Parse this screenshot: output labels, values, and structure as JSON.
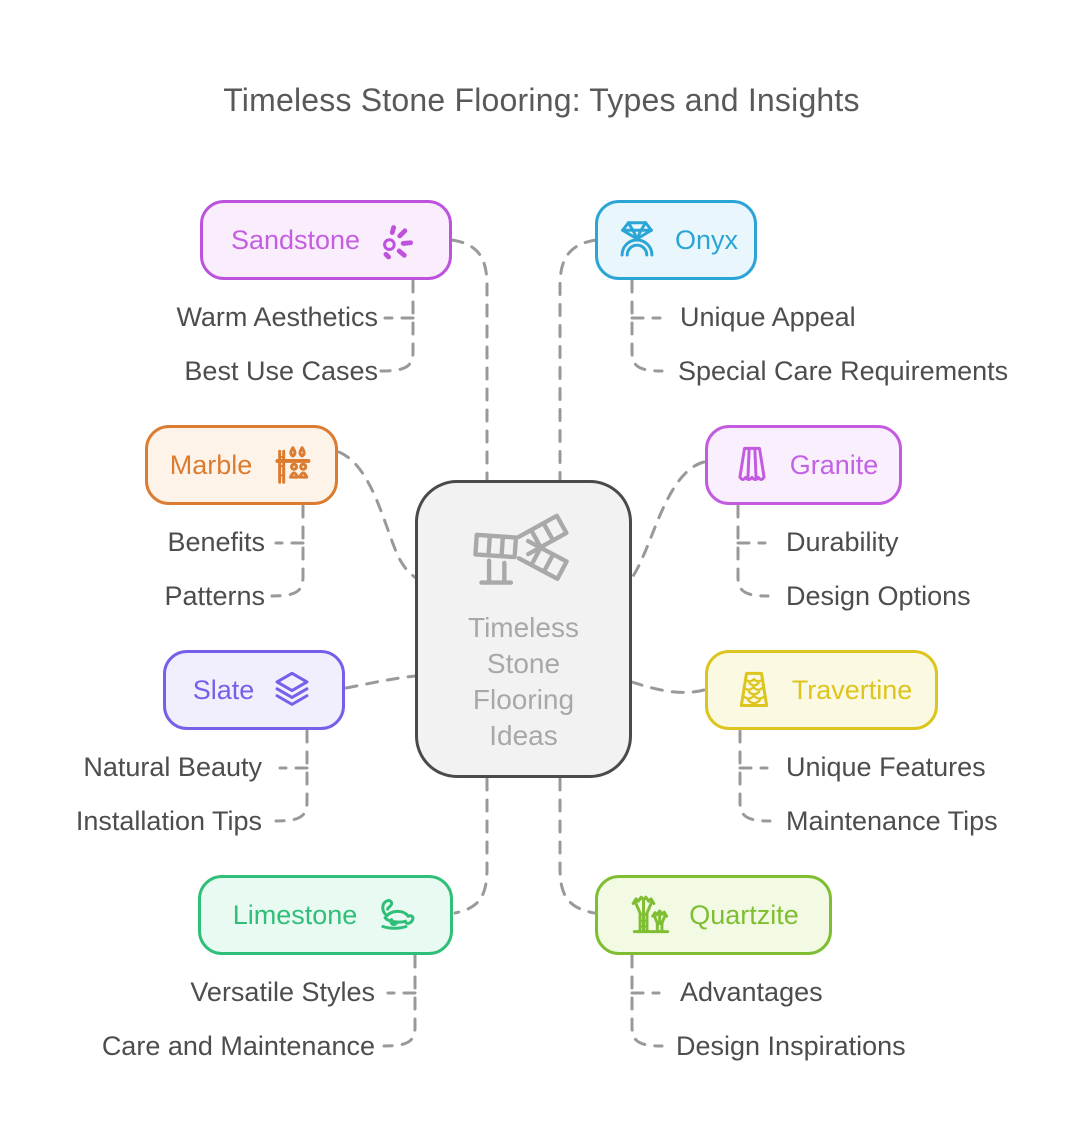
{
  "title": "Timeless Stone Flooring: Types and Insights",
  "colors": {
    "connector": "#999999",
    "subtopic_text": "#4d4d4d",
    "title_text": "#595959"
  },
  "center": {
    "label": "Timeless Stone Flooring Ideas",
    "icon": "skyway-bridge-icon",
    "colors": {
      "border": "#4a4a4a",
      "bg": "#f2f2f2",
      "text": "#a8a8a8"
    }
  },
  "nodes": [
    {
      "id": "sandstone",
      "label": "Sandstone",
      "icon": "sparkle-burst-icon",
      "side": "left",
      "border": "#bd53dd",
      "bg": "#faeefd",
      "text": "#c45fe2",
      "subtopics": [
        "Warm Aesthetics",
        "Best Use Cases"
      ]
    },
    {
      "id": "onyx",
      "label": "Onyx",
      "icon": "diamond-ring-icon",
      "side": "right",
      "border": "#2aa5d6",
      "bg": "#e9f7fc",
      "text": "#2aa5d6",
      "subtopics": [
        "Unique Appeal",
        "Special Care Requirements"
      ]
    },
    {
      "id": "marble",
      "label": "Marble",
      "icon": "kitchen-counter-icon",
      "side": "left",
      "border": "#dc7c31",
      "bg": "#fdf3e9",
      "text": "#dc7c31",
      "subtopics": [
        "Benefits",
        "Patterns"
      ]
    },
    {
      "id": "granite",
      "label": "Granite",
      "icon": "curtain-icon",
      "side": "right",
      "border": "#c35be0",
      "bg": "#faeffd",
      "text": "#c362e3",
      "subtopics": [
        "Durability",
        "Design Options"
      ]
    },
    {
      "id": "slate",
      "label": "Slate",
      "icon": "layers-icon",
      "side": "left",
      "border": "#7660ea",
      "bg": "#f1eefd",
      "text": "#7660ea",
      "subtopics": [
        "Natural Beauty",
        "Installation Tips"
      ]
    },
    {
      "id": "travertine",
      "label": "Travertine",
      "icon": "scaled-tile-icon",
      "side": "right",
      "border": "#dcc51e",
      "bg": "#fcf9e2",
      "text": "#dcc51e",
      "subtopics": [
        "Unique Features",
        "Maintenance Tips"
      ]
    },
    {
      "id": "limestone",
      "label": "Limestone",
      "icon": "sea-turtle-icon",
      "side": "left",
      "border": "#30bf78",
      "bg": "#e9faf2",
      "text": "#30bf78",
      "subtopics": [
        "Versatile Styles",
        "Care and Maintenance"
      ]
    },
    {
      "id": "quartzite",
      "label": "Quartzite",
      "icon": "supertree-grove-icon",
      "side": "right",
      "border": "#7fbe33",
      "bg": "#f3fae4",
      "text": "#7fbe33",
      "subtopics": [
        "Advantages",
        "Design Inspirations"
      ]
    }
  ]
}
